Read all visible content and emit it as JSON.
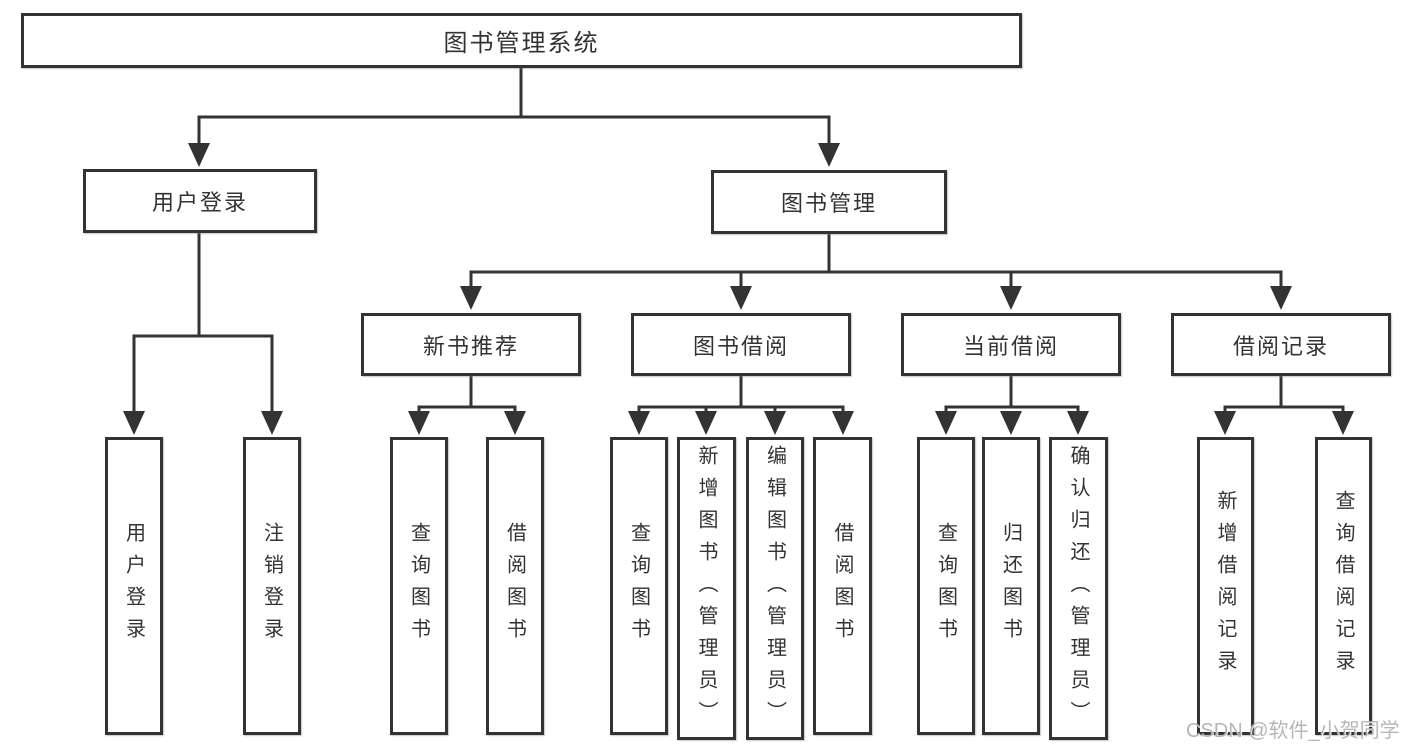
{
  "colors": {
    "line": "#333333",
    "text": "#333333",
    "watermark": "#b3b3b3",
    "background": "#ffffff"
  },
  "diagram": {
    "root": {
      "label": "图书管理系统"
    },
    "branches": {
      "user_login": {
        "label": "用户登录",
        "children": [
          {
            "label": "用户登录"
          },
          {
            "label": "注销登录"
          }
        ]
      },
      "book_management": {
        "label": "图书管理",
        "sections": [
          {
            "label": "新书推荐",
            "children": [
              {
                "label": "查询图书"
              },
              {
                "label": "借阅图书"
              }
            ]
          },
          {
            "label": "图书借阅",
            "children": [
              {
                "label": "查询图书"
              },
              {
                "label": "新增图书（管理员）"
              },
              {
                "label": "编辑图书（管理员）"
              },
              {
                "label": "借阅图书"
              }
            ]
          },
          {
            "label": "当前借阅",
            "children": [
              {
                "label": "查询图书"
              },
              {
                "label": "归还图书"
              },
              {
                "label": "确认归还（管理员）"
              }
            ]
          },
          {
            "label": "借阅记录",
            "children": [
              {
                "label": "新增借阅记录"
              },
              {
                "label": "查询借阅记录"
              }
            ]
          }
        ]
      }
    }
  },
  "watermark": {
    "text": "CSDN @软件_小贺同学"
  }
}
